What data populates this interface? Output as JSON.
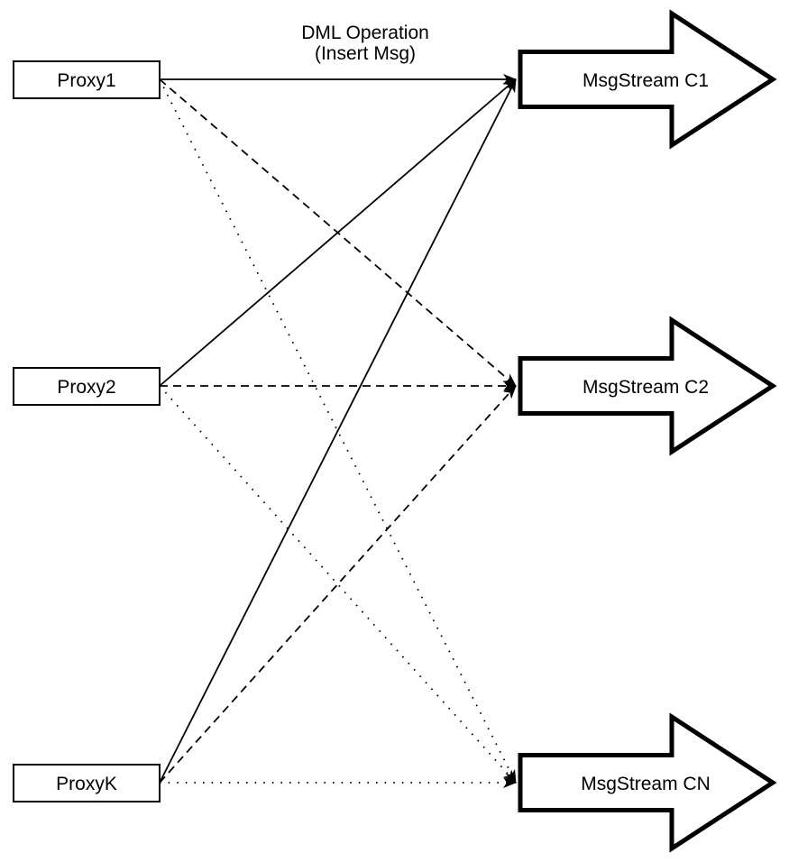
{
  "title": {
    "line1": "DML Operation",
    "line2": "(Insert Msg)"
  },
  "proxies": [
    {
      "label": "Proxy1"
    },
    {
      "label": "Proxy2"
    },
    {
      "label": "ProxyK"
    }
  ],
  "streams": [
    {
      "label": "MsgStream C1"
    },
    {
      "label": "MsgStream C2"
    },
    {
      "label": "MsgStream CN"
    }
  ],
  "edges": [
    {
      "from": "Proxy1",
      "to": "MsgStream C1",
      "style": "solid"
    },
    {
      "from": "Proxy2",
      "to": "MsgStream C1",
      "style": "solid"
    },
    {
      "from": "ProxyK",
      "to": "MsgStream C1",
      "style": "solid"
    },
    {
      "from": "Proxy1",
      "to": "MsgStream C2",
      "style": "dashed"
    },
    {
      "from": "Proxy2",
      "to": "MsgStream C2",
      "style": "dashed"
    },
    {
      "from": "ProxyK",
      "to": "MsgStream C2",
      "style": "dashed"
    },
    {
      "from": "Proxy1",
      "to": "MsgStream CN",
      "style": "dotted"
    },
    {
      "from": "Proxy2",
      "to": "MsgStream CN",
      "style": "dotted"
    },
    {
      "from": "ProxyK",
      "to": "MsgStream CN",
      "style": "dotted"
    }
  ],
  "colors": {
    "stroke": "#000000",
    "fill": "#ffffff",
    "background": "#ffffff"
  }
}
